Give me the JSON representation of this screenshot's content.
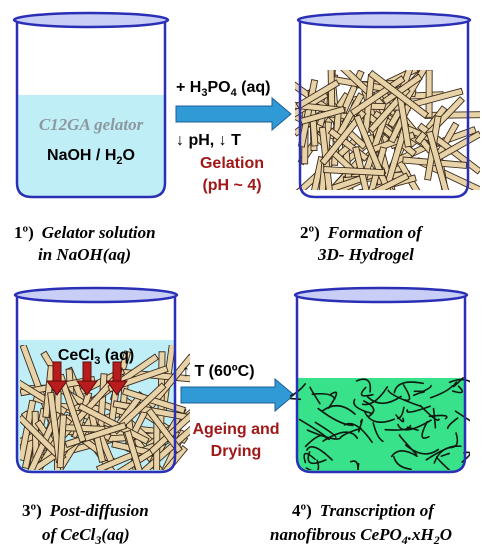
{
  "colors": {
    "beaker_outline": "#2b2fb5",
    "beaker_rim": "#c9cef6",
    "solution_blue": "#bfeef6",
    "solution_green": "#38e28a",
    "arrow_blue": "#2f9ad6",
    "arrow_dark_blue": "#1f5f9a",
    "accent_red": "#a01818",
    "gelator_grey": "#8c98a0",
    "fiber_fill": "#e8d2a8",
    "fiber_stroke": "#3a2a1a",
    "text_black": "#000000"
  },
  "step1": {
    "gelator_text": "C12GA gelator",
    "solvent_text": "NaOH / H",
    "solvent_sub": "2",
    "solvent_end": "O",
    "caption_num": "1º)",
    "caption_line1": "Gelator solution",
    "caption_line2": "in NaOH(aq)"
  },
  "arrow1": {
    "reagent_prefix": "+ H",
    "reagent_sub1": "3",
    "reagent_mid": "PO",
    "reagent_sub2": "4",
    "reagent_end": " (aq)",
    "change_text": "↓ pH, ↓ T",
    "label_line1": "Gelation",
    "label_line2": "(pH ~ 4)"
  },
  "step2": {
    "caption_num": "2º)",
    "caption_line1": "Formation of",
    "caption_line2": "3D- Hydrogel"
  },
  "step3": {
    "reagent_prefix": "CeCl",
    "reagent_sub": "3",
    "reagent_end": " (aq)",
    "caption_num": "3º)",
    "caption_line1": "Post-diffusion",
    "caption_line2_prefix": "of CeCl",
    "caption_line2_sub": "3",
    "caption_line2_end": "(aq)"
  },
  "arrow2": {
    "condition_text": "↑ T (60ºC)",
    "label_line1": "Ageing and",
    "label_line2": "Drying"
  },
  "step4": {
    "caption_num": "4º)",
    "caption_line1": "Transcription of",
    "caption_line2_prefix": "nanofibrous CePO",
    "caption_line2_sub": "4",
    "caption_line2_end": ".xH",
    "caption_line2_sub2": "2",
    "caption_line2_end2": "O"
  }
}
